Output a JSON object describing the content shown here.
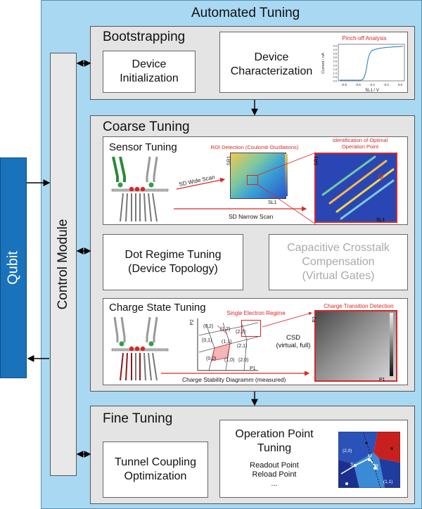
{
  "qubit": "Qubit",
  "control_module": "Control Module",
  "automated_tuning": "Automated Tuning",
  "bootstrapping": {
    "title": "Bootstrapping",
    "device_init": [
      "Device",
      "Initialization"
    ],
    "device_char": [
      "Device",
      "Characterization"
    ],
    "pinchoff": {
      "title": "Pinch-off Analysis",
      "ylabel": "Current / nA",
      "xlabel": "SL1 / V",
      "yticks": [
        "4.5",
        "4.0",
        "3.5",
        "3.0",
        "2.5",
        "2.0",
        "1.5",
        "1.0",
        "0.5",
        "0.0"
      ],
      "xticks": [
        "-0.8",
        "-0.6",
        "-0.4",
        "-0.2",
        "0.0"
      ]
    }
  },
  "coarse": {
    "title": "Coarse Tuning",
    "sensor_title": "Sensor Tuning",
    "roi_title": "ROI Detection (Coulomb Oszillations)",
    "opt_title": [
      "Identification of Optimal",
      "Operation Point"
    ],
    "sd_wide": "SD Wide Scan",
    "sd_narrow": "SD Narrow Scan",
    "sr1": "SR1",
    "sl1": "SL1",
    "dot_regime": [
      "Dot Regime Tuning",
      "(Device Topology)"
    ],
    "cap_cross": [
      "Capacitive Crosstalk",
      "Compensation",
      "(Virtual Gates)"
    ],
    "charge_title": "Charge State Tuning",
    "single_electron": "Single Electron Regime",
    "charge_transition": "Charge Transition Detection",
    "csd": [
      "CSD",
      "(virtual, full)"
    ],
    "charge_stability": "Charge Stability Diagramm (measured)",
    "p1": "P1",
    "p2": "P2",
    "states": [
      "(0,2)",
      "(1,2)",
      "(2,2)",
      "(0,1)",
      "(1,1)",
      "(2,1)",
      "(0,0)",
      "(1,0)",
      "(2,0)"
    ]
  },
  "fine": {
    "title": "Fine Tuning",
    "tunnel": [
      "Tunnel Coupling",
      "Optimization"
    ],
    "op_tuning": [
      "Operation Point",
      "Tuning"
    ],
    "op_items": [
      "Readout Point",
      "Reload Point",
      "..."
    ],
    "mini_labels": [
      "(2,0)",
      "(1,1)",
      "S",
      "M",
      "R"
    ]
  },
  "colors": {
    "outer": "#a9d8f3",
    "qubit": "#1a72bb",
    "highlight": "#d62728"
  }
}
